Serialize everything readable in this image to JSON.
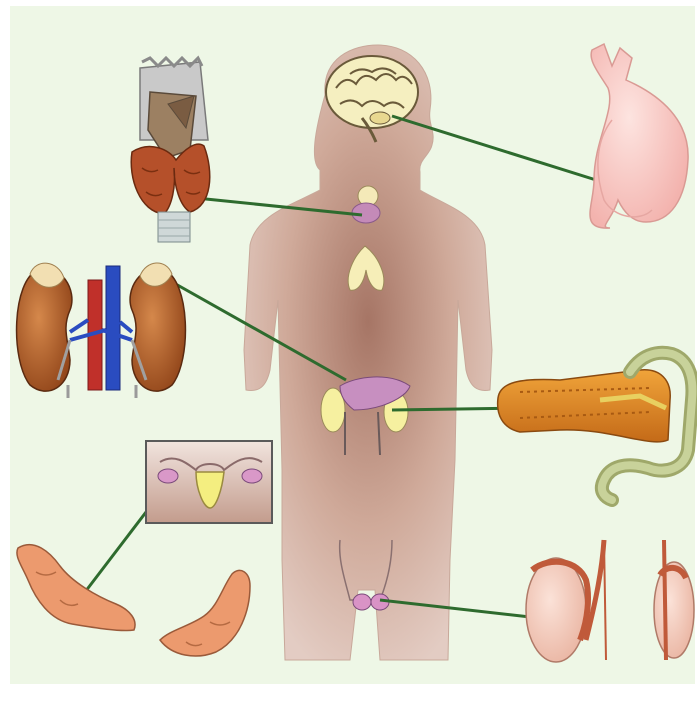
{
  "diagram": {
    "background_color": "#eef7e6",
    "frame_color": "#ffffff",
    "body_color": "#d9bcb0",
    "connector_color": "#2e6b2e",
    "organs": [
      {
        "name": "pituitary",
        "color": "#f0c8d0"
      },
      {
        "name": "thyroid",
        "color": "#b5502a"
      },
      {
        "name": "adrenal-kidneys",
        "color": "#b8622e"
      },
      {
        "name": "pancreas",
        "color": "#d98a2a"
      },
      {
        "name": "ovaries",
        "color": "#e08a5a"
      },
      {
        "name": "testes",
        "color": "#f2c4b4"
      }
    ]
  }
}
